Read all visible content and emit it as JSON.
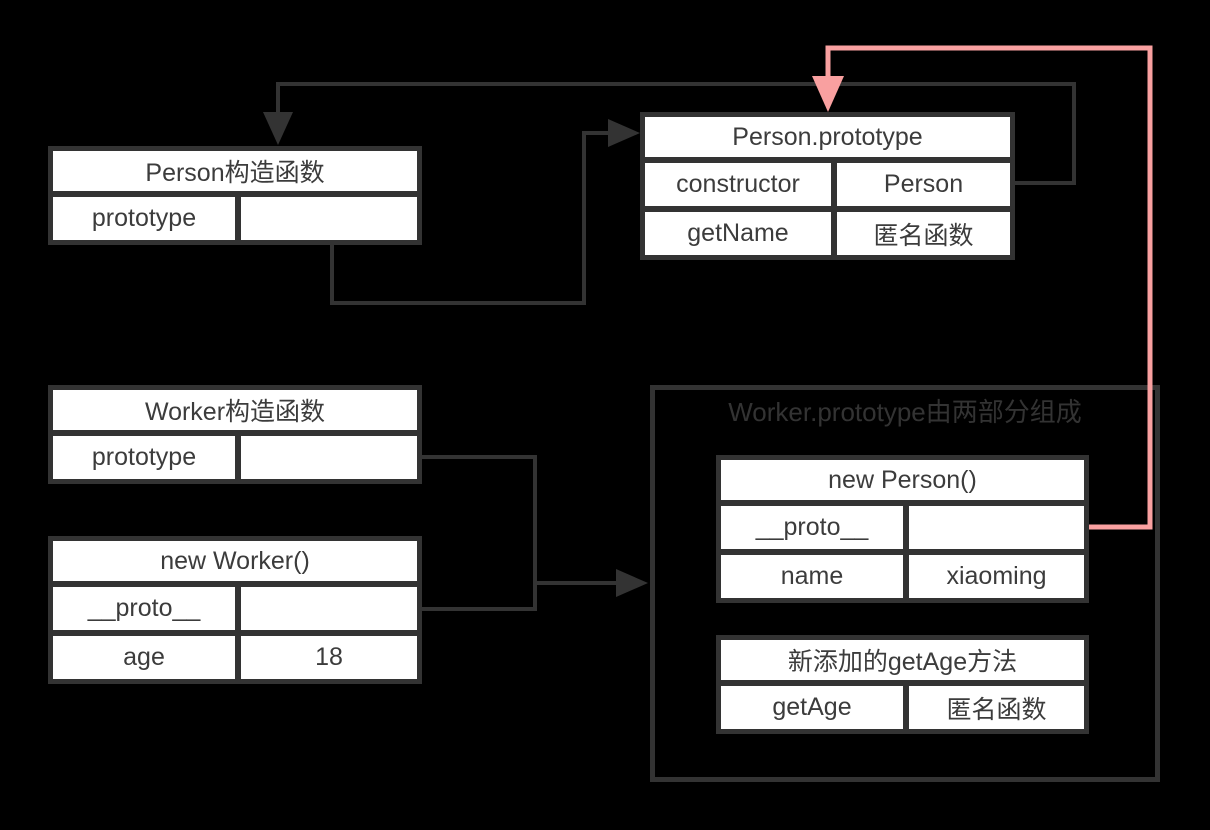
{
  "colors": {
    "background": "#000000",
    "line": "#333333",
    "accent_pink": "#F9A0A0",
    "cell_background": "#FFFFFF",
    "text": "#3C3C3C"
  },
  "boxes": {
    "person_ctor": {
      "title": "Person构造函数",
      "rows": [
        {
          "key": "prototype",
          "value": ""
        }
      ]
    },
    "person_proto": {
      "title": "Person.prototype",
      "rows": [
        {
          "key": "constructor",
          "value": "Person"
        },
        {
          "key": "getName",
          "value": "匿名函数"
        }
      ]
    },
    "worker_ctor": {
      "title": "Worker构造函数",
      "rows": [
        {
          "key": "prototype",
          "value": ""
        }
      ]
    },
    "new_worker": {
      "title": "new Worker()",
      "rows": [
        {
          "key": "__proto__",
          "value": ""
        },
        {
          "key": "age",
          "value": "18"
        }
      ]
    },
    "worker_proto_container": {
      "title": "Worker.prototype由两部分组成"
    },
    "new_person": {
      "title": "new Person()",
      "rows": [
        {
          "key": "__proto__",
          "value": ""
        },
        {
          "key": "name",
          "value": "xiaoming"
        }
      ]
    },
    "getage_box": {
      "title": "新添加的getAge方法",
      "rows": [
        {
          "key": "getAge",
          "value": "匿名函数"
        }
      ]
    }
  },
  "arrows": [
    {
      "from": "Person构造函数.prototype",
      "to": "Person.prototype (left edge)",
      "color": "#333333"
    },
    {
      "from": "Person.prototype.constructor = Person",
      "to": "Person构造函数 (top edge)",
      "color": "#333333"
    },
    {
      "from": "Worker构造函数.prototype + new Worker().__proto__",
      "to": "Worker.prototype容器 (left edge)",
      "color": "#333333"
    },
    {
      "from": "new Person().__proto__",
      "to": "Person.prototype (top edge)",
      "color": "#F9A0A0"
    }
  ]
}
